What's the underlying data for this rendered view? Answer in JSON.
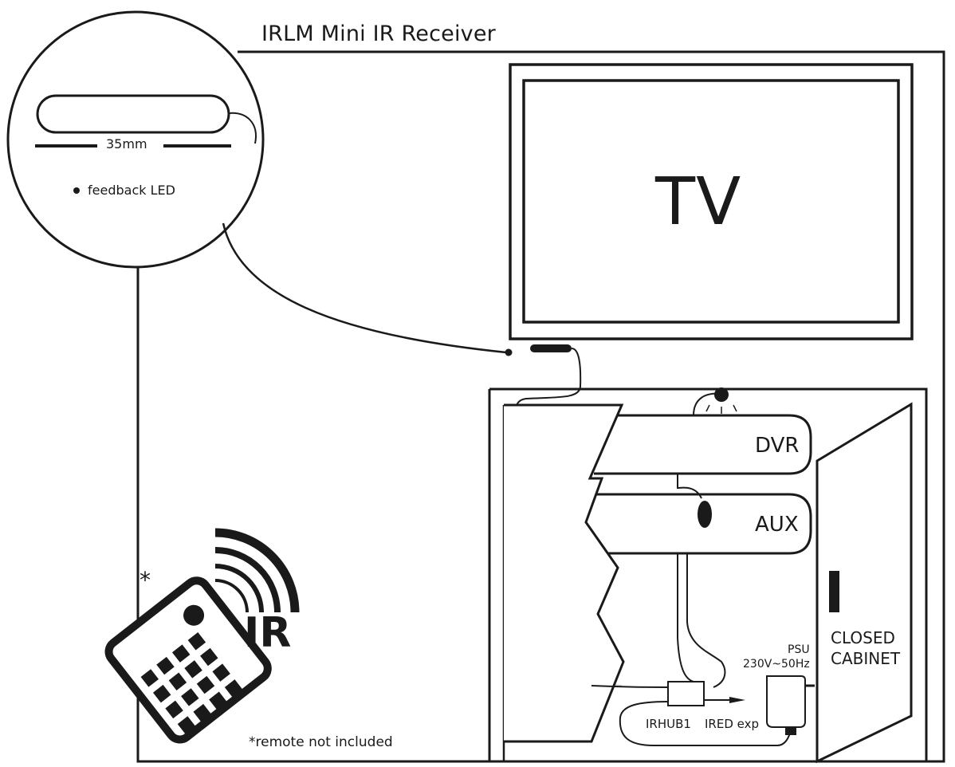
{
  "diagram": {
    "title": "IRLM Mini IR Receiver",
    "zoom_callout": {
      "size_label": "35mm",
      "led_label": "feedback LED"
    },
    "tv_label": "TV",
    "cabinet": {
      "dvr_label": "DVR",
      "aux_label": "AUX",
      "psu_label": "PSU",
      "psu_spec": "230V~50Hz",
      "closed_label": "CLOSED CABINET",
      "hub_label": "IRHUB1",
      "ired_label": "IRED exp"
    },
    "remote": {
      "ir_label": "IR",
      "asterisk": "*",
      "note": "*remote not included"
    }
  }
}
